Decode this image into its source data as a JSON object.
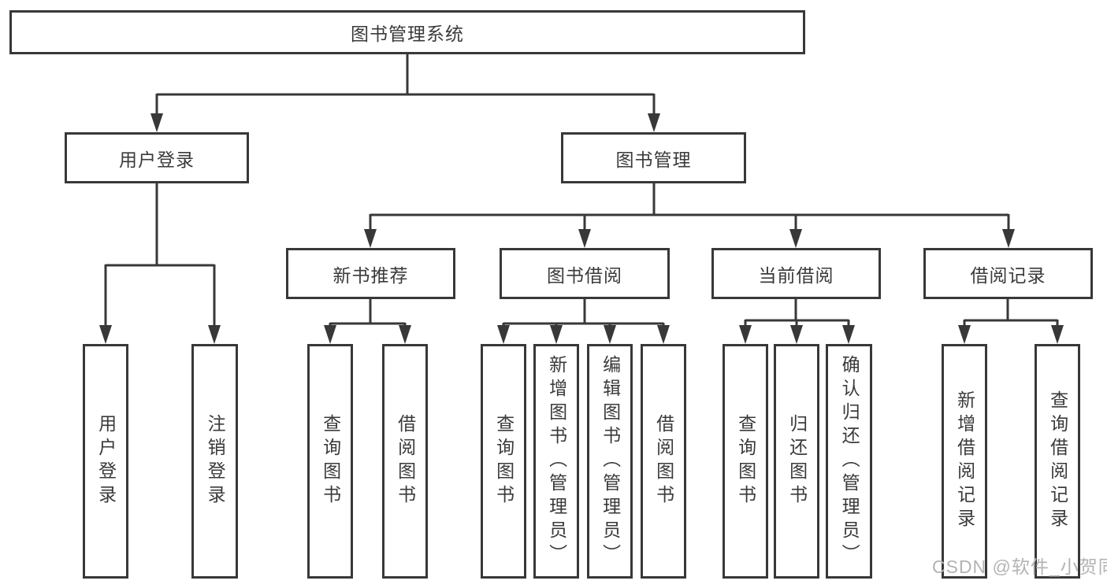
{
  "nodes": {
    "root": "图书管理系统",
    "user_login": {
      "label": "用户登录",
      "children": [
        "用户登录",
        "注销登录"
      ]
    },
    "book_management": {
      "label": "图书管理",
      "children": {
        "new_book_recommend": {
          "label": "新书推荐",
          "children": [
            "查询图书",
            "借阅图书"
          ]
        },
        "book_borrow": {
          "label": "图书借阅",
          "children": [
            "查询图书",
            "新增图书（管理员）",
            "编辑图书（管理员）",
            "借阅图书"
          ]
        },
        "current_borrow": {
          "label": "当前借阅",
          "children": [
            "查询图书",
            "归还图书",
            "确认归还（管理员）"
          ]
        },
        "borrow_records": {
          "label": "借阅记录",
          "children": [
            "新增借阅记录",
            "查询借阅记录"
          ]
        }
      }
    },
    "colors": {
      "line": "#383838",
      "text": "#3a3a3a",
      "watermark": "#b3b3b3",
      "background": "#ffffff"
    }
  },
  "watermark": "CSDN @软件_小贺同学"
}
